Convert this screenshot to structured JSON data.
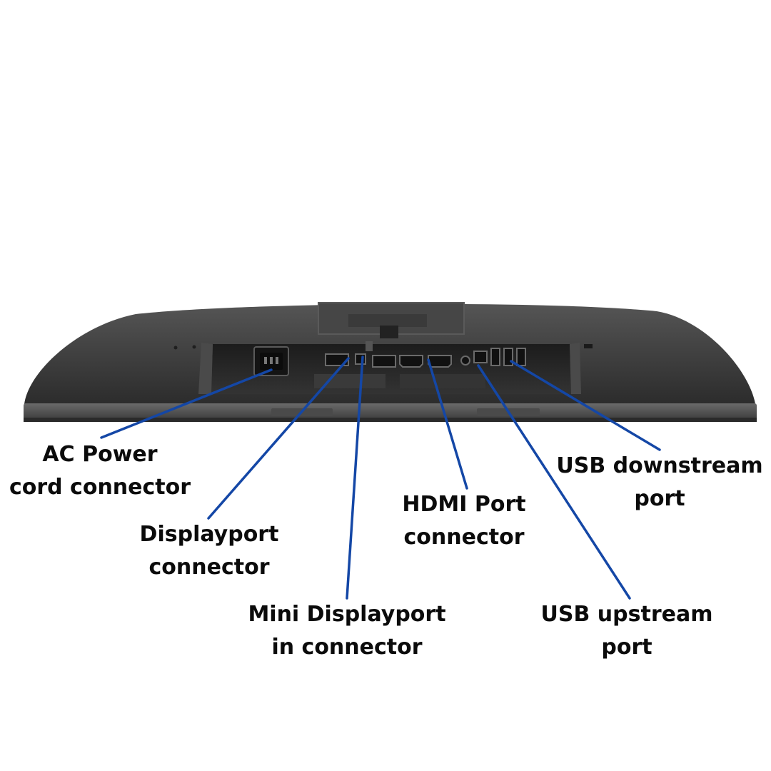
{
  "colors": {
    "background": "#ffffff",
    "leader_line": "#1447a6",
    "label_text": "#0b0b0b",
    "monitor_body": "#3a3a3a",
    "monitor_bezel": "#545454",
    "port_recess": "#2a2a2a"
  },
  "labels": {
    "ac_power": {
      "line1": "AC Power",
      "line2": "cord connector"
    },
    "displayport": {
      "line1": "Displayport",
      "line2": "connector"
    },
    "mini_displayport": {
      "line1": "Mini Displayport",
      "line2": "in connector"
    },
    "hdmi": {
      "line1": "HDMI Port",
      "line2": "connector"
    },
    "usb_downstream": {
      "line1": "USB downstream",
      "line2": "port"
    },
    "usb_upstream": {
      "line1": "USB upstream",
      "line2": "port"
    }
  }
}
